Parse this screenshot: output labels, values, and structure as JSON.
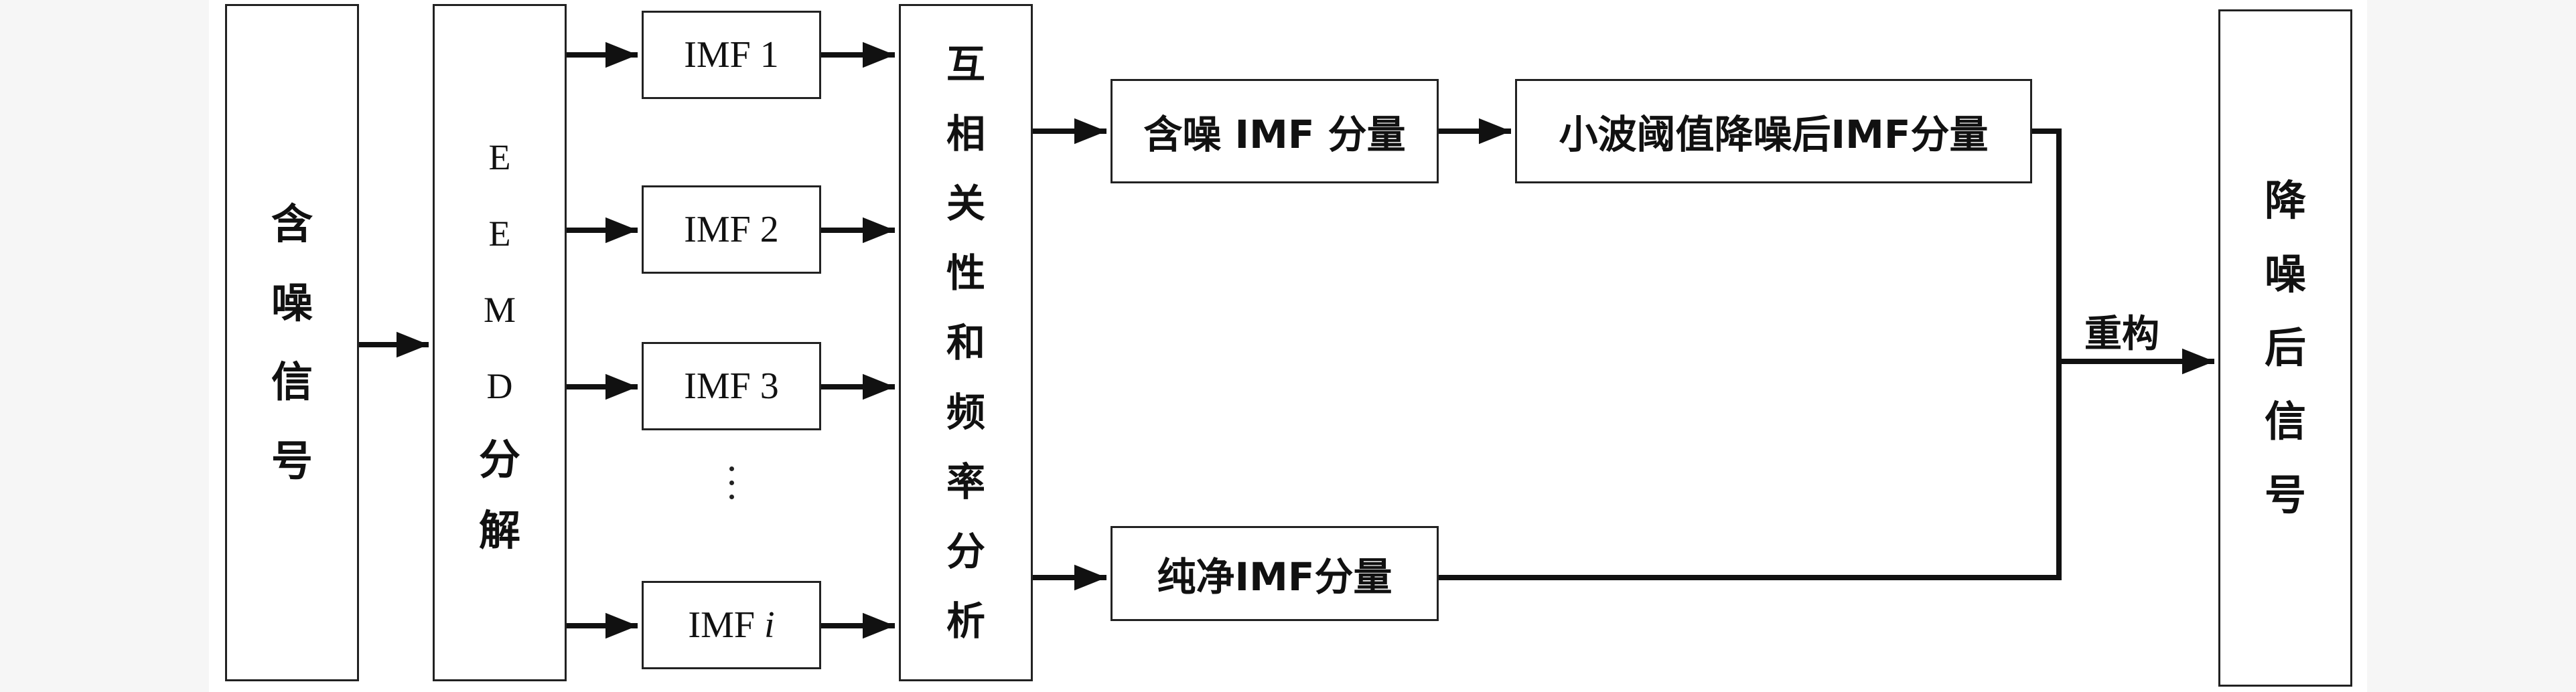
{
  "blocks": {
    "input": [
      "含",
      "噪",
      "信",
      "号"
    ],
    "eemd": [
      "E",
      "E",
      "M",
      "D",
      "分",
      "解"
    ],
    "imfs": [
      {
        "name": "IMF",
        "index": "1"
      },
      {
        "name": "IMF",
        "index": "2"
      },
      {
        "name": "IMF",
        "index": "3"
      },
      {
        "name": "IMF",
        "index": "i"
      }
    ],
    "analysis": [
      "互",
      "相",
      "关",
      "性",
      "和",
      "频",
      "率",
      "分",
      "析"
    ],
    "noisy_imf": "含噪 IMF 分量",
    "wavelet": "小波阈值降噪后IMF分量",
    "pure_imf": "纯净IMF分量",
    "output": [
      "降",
      "噪",
      "后",
      "信",
      "号"
    ]
  },
  "labels": {
    "reconstruct": "重构"
  }
}
